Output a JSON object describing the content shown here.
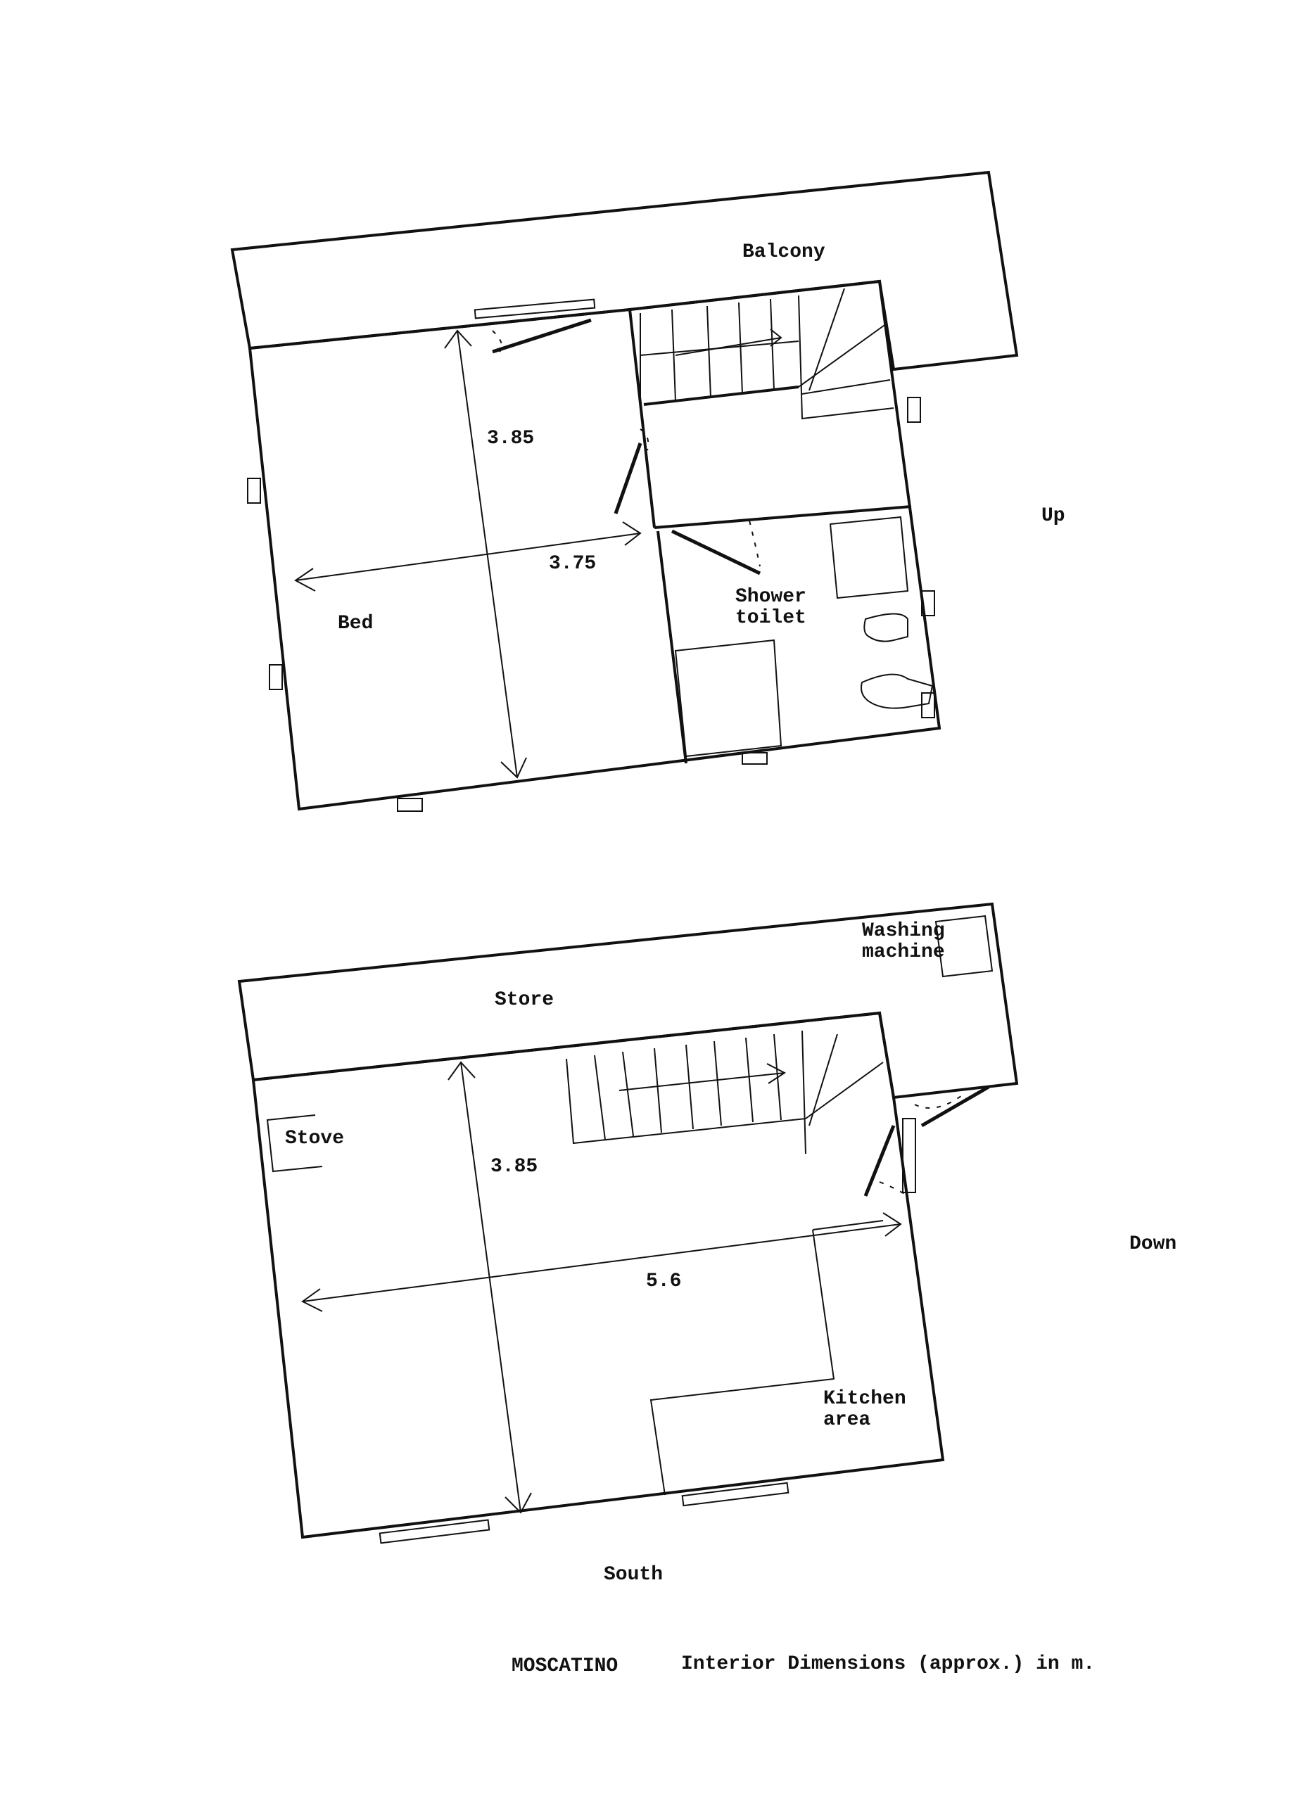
{
  "upper_floor": {
    "balcony": "Balcony",
    "bed": "Bed",
    "shower_toilet": [
      "Shower",
      "toilet"
    ],
    "dim_depth": "3.85",
    "dim_width": "3.75",
    "stair_direction": "Up"
  },
  "ground_floor": {
    "washing_machine": [
      "Washing",
      "machine"
    ],
    "store": "Store",
    "stove": "Stove",
    "dim_depth": "3.85",
    "dim_width": "5.6",
    "kitchen": [
      "Kitchen",
      "area"
    ],
    "stair_direction": "Down",
    "orientation": "South"
  },
  "caption": {
    "name": "MOSCATINO",
    "description": "Interior Dimensions (approx.) in m."
  }
}
